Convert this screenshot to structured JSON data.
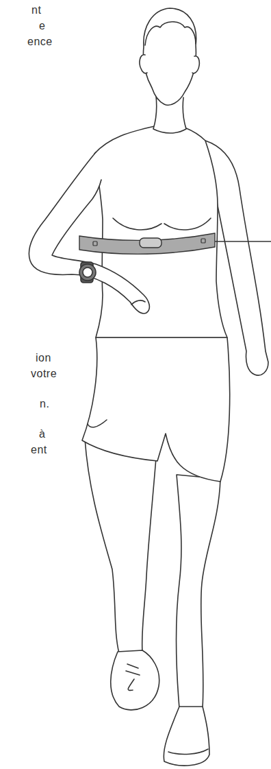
{
  "diagram": {
    "labels": [
      "nt",
      "e",
      "ence",
      "ion",
      "votre",
      "n.",
      "à",
      "ent"
    ]
  }
}
